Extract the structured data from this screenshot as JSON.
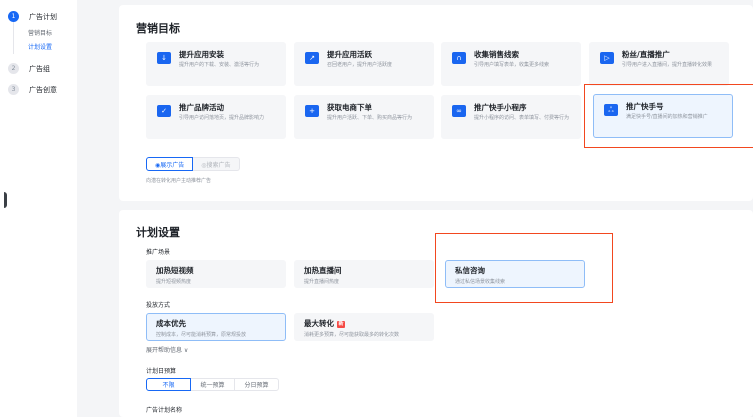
{
  "sidebar": {
    "steps": [
      {
        "num": "1",
        "label": "广告计划",
        "state": "active"
      },
      {
        "num": "2",
        "label": "广告组",
        "state": "idle"
      },
      {
        "num": "3",
        "label": "广告创意",
        "state": "idle"
      }
    ],
    "substeps": [
      {
        "label": "营销目标",
        "state": "idle"
      },
      {
        "label": "计划设置",
        "state": "active"
      }
    ]
  },
  "marketing_goal": {
    "title": "营销目标",
    "cards": [
      {
        "title": "提升应用安装",
        "desc": "提升用户的下载、安装、激活等行为",
        "icon": "download-icon",
        "glyph": "↓",
        "selected": false
      },
      {
        "title": "提升应用活跃",
        "desc": "召回老用户，提升用户活跃度",
        "icon": "trend-monitor-icon",
        "glyph": "↗",
        "selected": false
      },
      {
        "title": "收集销售线索",
        "desc": "引导用户填写表单，收集更多线索",
        "icon": "folder-lead-icon",
        "glyph": "∩",
        "selected": false
      },
      {
        "title": "粉丝/直播推广",
        "desc": "引导用户进入直播间，提升直播转化效果",
        "icon": "video-play-icon",
        "glyph": "▷",
        "selected": false
      },
      {
        "title": "推广品牌活动",
        "desc": "引导用户访问落地页，提升品牌影响力",
        "icon": "brand-crown-icon",
        "glyph": "✓",
        "selected": false
      },
      {
        "title": "获取电商下单",
        "desc": "提升用户活跃、下单、购买商品等行为",
        "icon": "shopping-cart-icon",
        "glyph": "+",
        "selected": false
      },
      {
        "title": "推广快手小程序",
        "desc": "提升小程序的访问、表单填写、付费等行为",
        "icon": "mini-program-icon",
        "glyph": "∞",
        "selected": false
      },
      {
        "title": "推广快手号",
        "desc": "满足快手号/直播间的加热和营销推广",
        "icon": "kuaishou-account-icon",
        "glyph": "ஃ",
        "selected": true
      }
    ],
    "ad_type": {
      "options": [
        {
          "label": "◉展示广告",
          "selected": true
        },
        {
          "label": "◎搜索广告",
          "selected": false
        }
      ],
      "hint": "向潜在转化用户主动推荐广告"
    }
  },
  "plan_settings": {
    "title": "计划设置",
    "scene_label": "推广场景",
    "scenes": [
      {
        "title": "加热短视频",
        "desc": "提升短视频热度",
        "selected": false
      },
      {
        "title": "加热直播间",
        "desc": "提升直播间热度",
        "selected": false
      },
      {
        "title": "私信咨询",
        "desc": "通过私信场景收集线索",
        "selected": true
      }
    ],
    "delivery_label": "投放方式",
    "delivery": [
      {
        "title": "成本优先",
        "desc": "控制成本，尽可能消耗预算，原常规投放",
        "badge": "",
        "selected": true
      },
      {
        "title": "最大转化",
        "desc": "消耗更多预算，尽可能获取最多的转化次数",
        "badge": "新",
        "selected": false
      }
    ],
    "expand_help": "展开帮助信息 ∨",
    "budget_label": "计划日预算",
    "budget_options": [
      {
        "label": "不限",
        "selected": true
      },
      {
        "label": "统一预算",
        "selected": false
      },
      {
        "label": "分日预算",
        "selected": false
      }
    ],
    "plan_name_label": "广告计划名称"
  }
}
